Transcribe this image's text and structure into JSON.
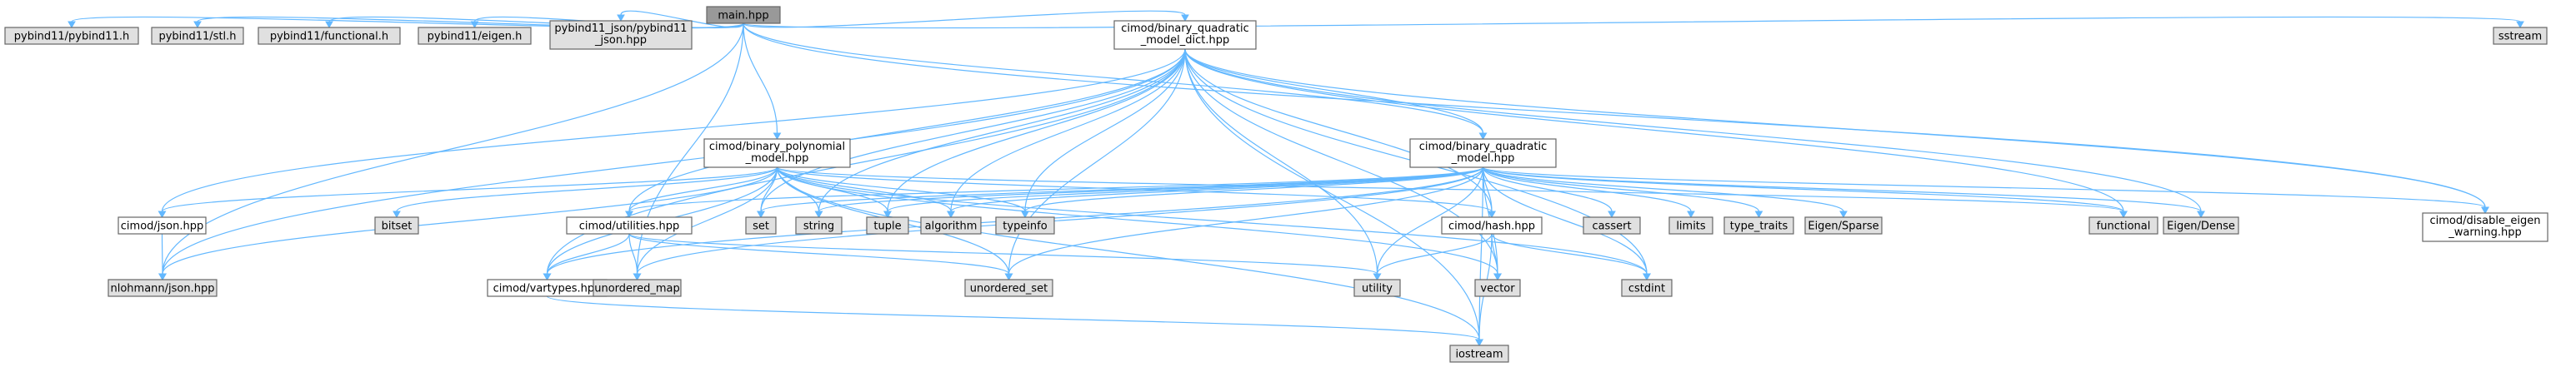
{
  "colors": {
    "root_fill": "#999999",
    "internal_fill": "#ffffff",
    "external_fill": "#e0e0e0",
    "border": "#666666",
    "edge": "#63b8ff"
  },
  "nodes": [
    {
      "id": "main",
      "kind": "root",
      "lines": [
        "main.hpp"
      ]
    },
    {
      "id": "pb11",
      "kind": "external",
      "lines": [
        "pybind11/pybind11.h"
      ]
    },
    {
      "id": "stl",
      "kind": "external",
      "lines": [
        "pybind11/stl.h"
      ]
    },
    {
      "id": "functional_h",
      "kind": "external",
      "lines": [
        "pybind11/functional.h"
      ]
    },
    {
      "id": "eigen_h",
      "kind": "external",
      "lines": [
        "pybind11/eigen.h"
      ]
    },
    {
      "id": "pb11json",
      "kind": "external",
      "lines": [
        "pybind11_json/pybind11",
        "_json.hpp"
      ]
    },
    {
      "id": "bqm_dict",
      "kind": "internal",
      "lines": [
        "cimod/binary_quadratic",
        "_model_dict.hpp"
      ]
    },
    {
      "id": "sstream",
      "kind": "external",
      "lines": [
        "sstream"
      ]
    },
    {
      "id": "bpm",
      "kind": "internal",
      "lines": [
        "cimod/binary_polynomial",
        "_model.hpp"
      ]
    },
    {
      "id": "bqm",
      "kind": "internal",
      "lines": [
        "cimod/binary_quadratic",
        "_model.hpp"
      ]
    },
    {
      "id": "json",
      "kind": "internal",
      "lines": [
        "cimod/json.hpp"
      ]
    },
    {
      "id": "bitset",
      "kind": "external",
      "lines": [
        "bitset"
      ]
    },
    {
      "id": "utilities",
      "kind": "internal",
      "lines": [
        "cimod/utilities.hpp"
      ]
    },
    {
      "id": "set",
      "kind": "external",
      "lines": [
        "set"
      ]
    },
    {
      "id": "string",
      "kind": "external",
      "lines": [
        "string"
      ]
    },
    {
      "id": "tuple",
      "kind": "external",
      "lines": [
        "tuple"
      ]
    },
    {
      "id": "algorithm",
      "kind": "external",
      "lines": [
        "algorithm"
      ]
    },
    {
      "id": "typeinfo",
      "kind": "external",
      "lines": [
        "typeinfo"
      ]
    },
    {
      "id": "hash",
      "kind": "internal",
      "lines": [
        "cimod/hash.hpp"
      ]
    },
    {
      "id": "cassert",
      "kind": "external",
      "lines": [
        "cassert"
      ]
    },
    {
      "id": "limits",
      "kind": "external",
      "lines": [
        "limits"
      ]
    },
    {
      "id": "type_traits",
      "kind": "external",
      "lines": [
        "type_traits"
      ]
    },
    {
      "id": "eigen_sparse",
      "kind": "external",
      "lines": [
        "Eigen/Sparse"
      ]
    },
    {
      "id": "functional",
      "kind": "external",
      "lines": [
        "functional"
      ]
    },
    {
      "id": "eigen_dense",
      "kind": "external",
      "lines": [
        "Eigen/Dense"
      ]
    },
    {
      "id": "disable_eigen",
      "kind": "internal",
      "lines": [
        "cimod/disable_eigen",
        "_warning.hpp"
      ]
    },
    {
      "id": "nlohmann",
      "kind": "external",
      "lines": [
        "nlohmann/json.hpp"
      ]
    },
    {
      "id": "vartypes",
      "kind": "internal",
      "lines": [
        "cimod/vartypes.hpp"
      ]
    },
    {
      "id": "unordered_map",
      "kind": "external",
      "lines": [
        "unordered_map"
      ]
    },
    {
      "id": "unordered_set",
      "kind": "external",
      "lines": [
        "unordered_set"
      ]
    },
    {
      "id": "utility",
      "kind": "external",
      "lines": [
        "utility"
      ]
    },
    {
      "id": "vector",
      "kind": "external",
      "lines": [
        "vector"
      ]
    },
    {
      "id": "cstdint",
      "kind": "external",
      "lines": [
        "cstdint"
      ]
    },
    {
      "id": "iostream",
      "kind": "external",
      "lines": [
        "iostream"
      ]
    }
  ],
  "edges": [
    [
      "main",
      "pb11"
    ],
    [
      "main",
      "stl"
    ],
    [
      "main",
      "functional_h"
    ],
    [
      "main",
      "eigen_h"
    ],
    [
      "main",
      "pb11json"
    ],
    [
      "main",
      "bqm_dict"
    ],
    [
      "main",
      "sstream"
    ],
    [
      "main",
      "bpm"
    ],
    [
      "main",
      "bqm"
    ],
    [
      "main",
      "disable_eigen"
    ],
    [
      "main",
      "nlohmann"
    ],
    [
      "main",
      "unordered_map"
    ],
    [
      "bqm_dict",
      "bqm"
    ],
    [
      "bqm_dict",
      "json"
    ],
    [
      "bqm_dict",
      "utilities"
    ],
    [
      "bqm_dict",
      "vartypes"
    ],
    [
      "bqm_dict",
      "hash"
    ],
    [
      "bqm_dict",
      "set"
    ],
    [
      "bqm_dict",
      "string"
    ],
    [
      "bqm_dict",
      "tuple"
    ],
    [
      "bqm_dict",
      "algorithm"
    ],
    [
      "bqm_dict",
      "typeinfo"
    ],
    [
      "bqm_dict",
      "functional"
    ],
    [
      "bqm_dict",
      "eigen_dense"
    ],
    [
      "bqm_dict",
      "disable_eigen"
    ],
    [
      "bqm_dict",
      "nlohmann"
    ],
    [
      "bqm_dict",
      "unordered_set"
    ],
    [
      "bqm_dict",
      "utility"
    ],
    [
      "bqm_dict",
      "vector"
    ],
    [
      "bqm_dict",
      "cstdint"
    ],
    [
      "bqm_dict",
      "iostream"
    ],
    [
      "bpm",
      "json"
    ],
    [
      "bpm",
      "bitset"
    ],
    [
      "bpm",
      "utilities"
    ],
    [
      "bpm",
      "set"
    ],
    [
      "bpm",
      "string"
    ],
    [
      "bpm",
      "tuple"
    ],
    [
      "bpm",
      "algorithm"
    ],
    [
      "bpm",
      "typeinfo"
    ],
    [
      "bpm",
      "hash"
    ],
    [
      "bpm",
      "functional"
    ],
    [
      "bpm",
      "nlohmann"
    ],
    [
      "bpm",
      "vartypes"
    ],
    [
      "bpm",
      "unordered_map"
    ],
    [
      "bpm",
      "unordered_set"
    ],
    [
      "bpm",
      "vector"
    ],
    [
      "bpm",
      "cstdint"
    ],
    [
      "bpm",
      "iostream"
    ],
    [
      "bqm",
      "utilities"
    ],
    [
      "bqm",
      "hash"
    ],
    [
      "bqm",
      "set"
    ],
    [
      "bqm",
      "string"
    ],
    [
      "bqm",
      "tuple"
    ],
    [
      "bqm",
      "algorithm"
    ],
    [
      "bqm",
      "typeinfo"
    ],
    [
      "bqm",
      "cassert"
    ],
    [
      "bqm",
      "limits"
    ],
    [
      "bqm",
      "type_traits"
    ],
    [
      "bqm",
      "eigen_sparse"
    ],
    [
      "bqm",
      "functional"
    ],
    [
      "bqm",
      "eigen_dense"
    ],
    [
      "bqm",
      "disable_eigen"
    ],
    [
      "bqm",
      "vartypes"
    ],
    [
      "bqm",
      "unordered_map"
    ],
    [
      "bqm",
      "unordered_set"
    ],
    [
      "bqm",
      "utility"
    ],
    [
      "bqm",
      "vector"
    ],
    [
      "bqm",
      "cstdint"
    ],
    [
      "bqm",
      "iostream"
    ],
    [
      "json",
      "nlohmann"
    ],
    [
      "utilities",
      "vartypes"
    ],
    [
      "utilities",
      "unordered_map"
    ],
    [
      "utilities",
      "unordered_set"
    ],
    [
      "utilities",
      "utility"
    ],
    [
      "hash",
      "utility"
    ],
    [
      "hash",
      "cstdint"
    ],
    [
      "hash",
      "vector"
    ],
    [
      "hash",
      "iostream"
    ],
    [
      "vartypes",
      "iostream"
    ]
  ]
}
